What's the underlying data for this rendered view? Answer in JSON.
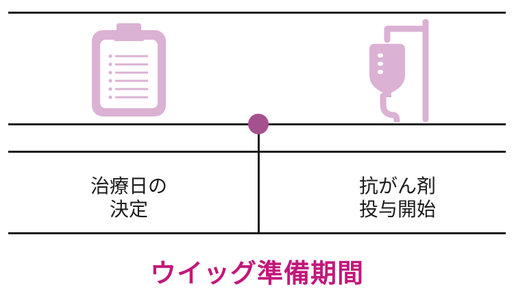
{
  "colors": {
    "line": "#1a1a1a",
    "icon_fill": "#dbb1d4",
    "marker": "#a5508f",
    "caption": "#c2187a"
  },
  "left_cell": {
    "icon": "clipboard-icon",
    "lines": [
      "治療日の",
      "決定"
    ]
  },
  "right_cell": {
    "icon": "iv-drip-icon",
    "lines": [
      "抗がん剤",
      "投与開始"
    ]
  },
  "caption": "ウイッグ準備期間"
}
